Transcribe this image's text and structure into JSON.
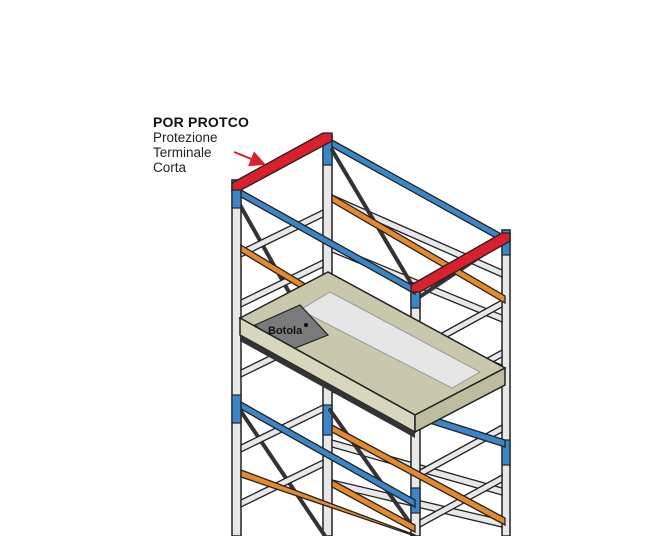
{
  "callout": {
    "code": "POR PROTCO",
    "lines": [
      "Protezione",
      "Terminale",
      "Corta"
    ]
  },
  "platform": {
    "hatch_label": "Botola"
  },
  "colors": {
    "red_guard": "#d9202c",
    "blue_rail": "#3a86c8",
    "orange_brace": "#e58a2c",
    "frame_gray": "#e8e8e8",
    "platform": "#c9c8ad",
    "hatch": "#7a7a7a",
    "outline": "#222222"
  }
}
